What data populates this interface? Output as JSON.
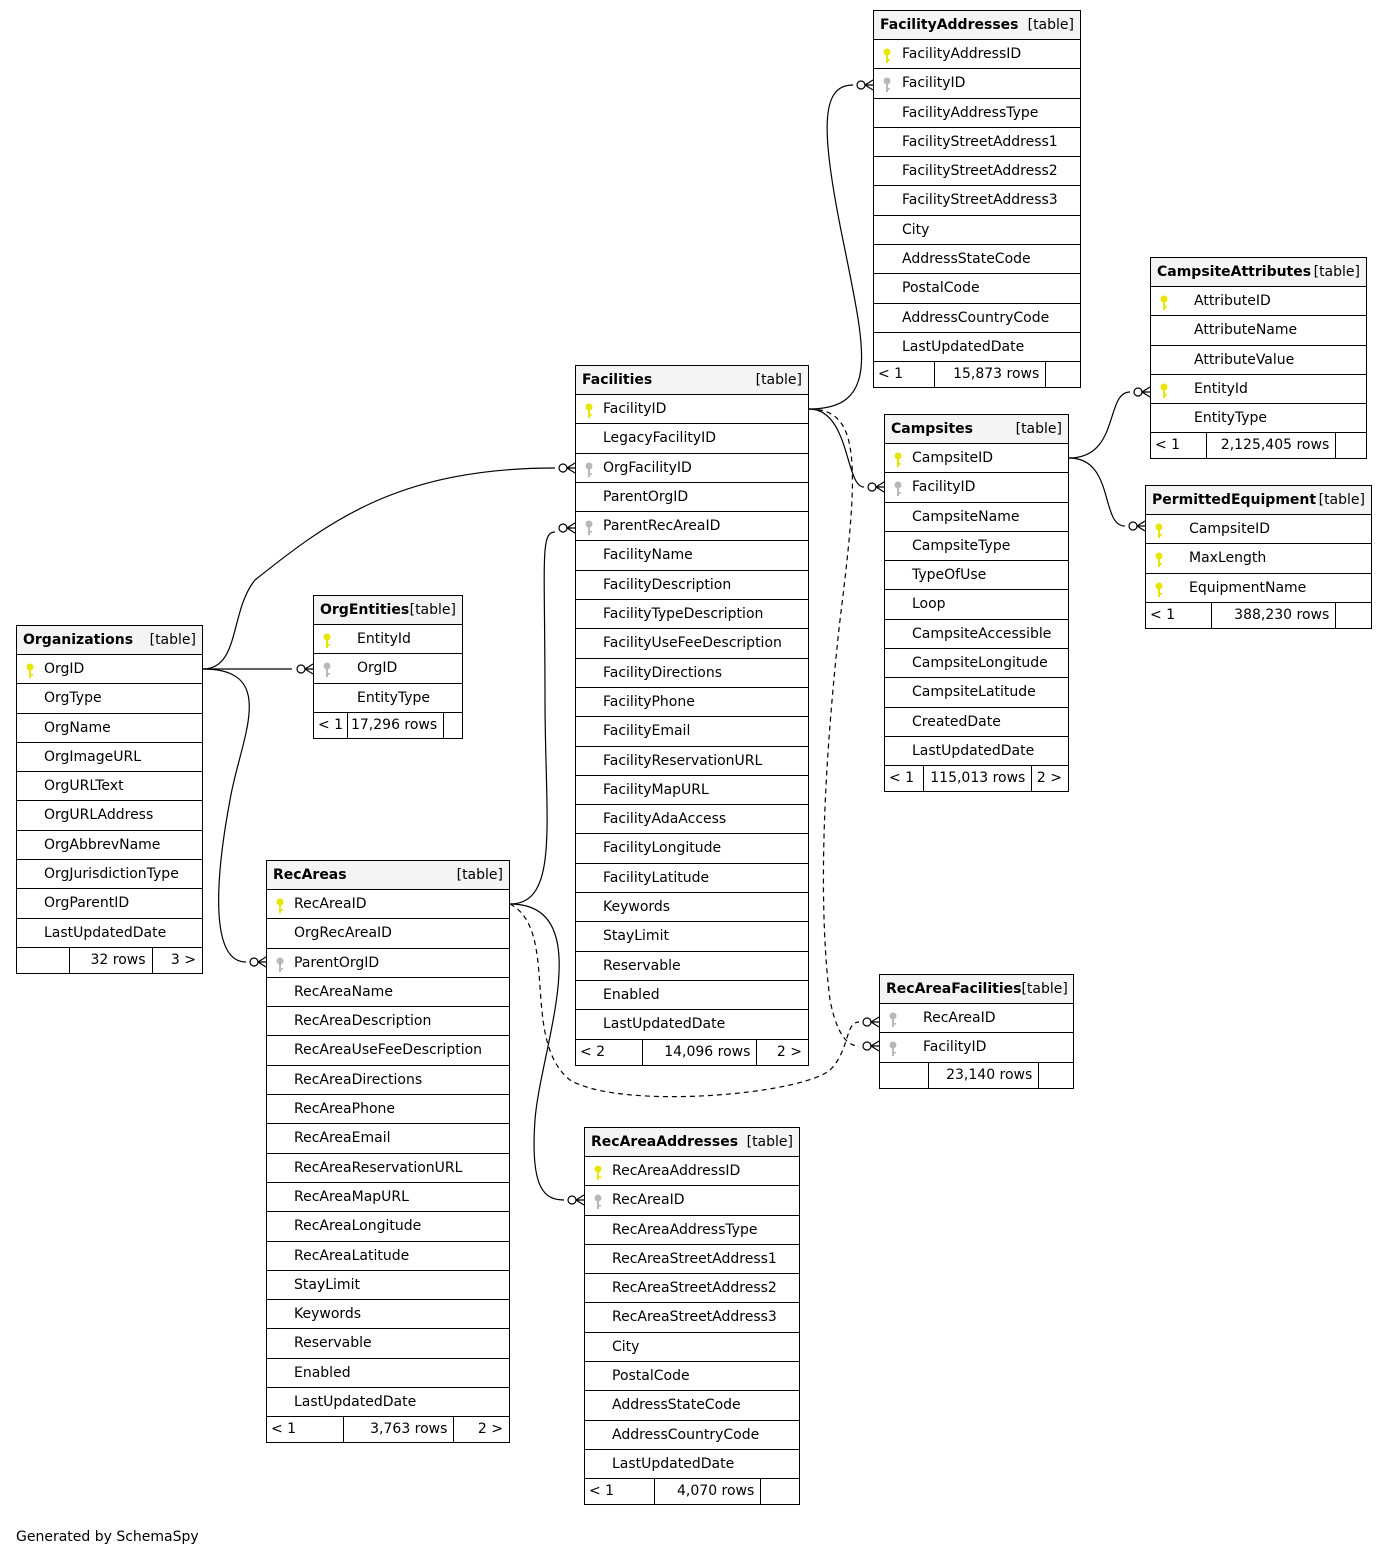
{
  "diagram": {
    "footer_text": "Generated by SchemaSpy",
    "colors": {
      "primary_key": "#e6e600",
      "foreign_key": "#b8b8b8",
      "header_bg": "#f4f4f4"
    },
    "tables": {
      "facilityaddresses": {
        "name": "FacilityAddresses",
        "type": "[table]",
        "columns": [
          {
            "name": "FacilityAddressID",
            "key": "pk"
          },
          {
            "name": "FacilityID",
            "key": "fk"
          },
          {
            "name": "FacilityAddressType",
            "key": ""
          },
          {
            "name": "FacilityStreetAddress1",
            "key": ""
          },
          {
            "name": "FacilityStreetAddress2",
            "key": ""
          },
          {
            "name": "FacilityStreetAddress3",
            "key": ""
          },
          {
            "name": "City",
            "key": ""
          },
          {
            "name": "AddressStateCode",
            "key": ""
          },
          {
            "name": "PostalCode",
            "key": ""
          },
          {
            "name": "AddressCountryCode",
            "key": ""
          },
          {
            "name": "LastUpdatedDate",
            "key": ""
          }
        ],
        "footer": [
          "< 1",
          "15,873 rows",
          ""
        ]
      },
      "campsiteattributes": {
        "name": "CampsiteAttributes",
        "type": "[table]",
        "columns": [
          {
            "name": "AttributeID",
            "key": "pk"
          },
          {
            "name": "AttributeName",
            "key": ""
          },
          {
            "name": "AttributeValue",
            "key": ""
          },
          {
            "name": "EntityId",
            "key": "pk"
          },
          {
            "name": "EntityType",
            "key": ""
          }
        ],
        "footer": [
          "< 1",
          "2,125,405 rows",
          ""
        ]
      },
      "facilities": {
        "name": "Facilities",
        "type": "[table]",
        "columns": [
          {
            "name": "FacilityID",
            "key": "pk"
          },
          {
            "name": "LegacyFacilityID",
            "key": ""
          },
          {
            "name": "OrgFacilityID",
            "key": "fk"
          },
          {
            "name": "ParentOrgID",
            "key": ""
          },
          {
            "name": "ParentRecAreaID",
            "key": "fk"
          },
          {
            "name": "FacilityName",
            "key": ""
          },
          {
            "name": "FacilityDescription",
            "key": ""
          },
          {
            "name": "FacilityTypeDescription",
            "key": ""
          },
          {
            "name": "FacilityUseFeeDescription",
            "key": ""
          },
          {
            "name": "FacilityDirections",
            "key": ""
          },
          {
            "name": "FacilityPhone",
            "key": ""
          },
          {
            "name": "FacilityEmail",
            "key": ""
          },
          {
            "name": "FacilityReservationURL",
            "key": ""
          },
          {
            "name": "FacilityMapURL",
            "key": ""
          },
          {
            "name": "FacilityAdaAccess",
            "key": ""
          },
          {
            "name": "FacilityLongitude",
            "key": ""
          },
          {
            "name": "FacilityLatitude",
            "key": ""
          },
          {
            "name": "Keywords",
            "key": ""
          },
          {
            "name": "StayLimit",
            "key": ""
          },
          {
            "name": "Reservable",
            "key": ""
          },
          {
            "name": "Enabled",
            "key": ""
          },
          {
            "name": "LastUpdatedDate",
            "key": ""
          }
        ],
        "footer": [
          "< 2",
          "14,096 rows",
          "2 >"
        ]
      },
      "campsites": {
        "name": "Campsites",
        "type": "[table]",
        "columns": [
          {
            "name": "CampsiteID",
            "key": "pk"
          },
          {
            "name": "FacilityID",
            "key": "fk"
          },
          {
            "name": "CampsiteName",
            "key": ""
          },
          {
            "name": "CampsiteType",
            "key": ""
          },
          {
            "name": "TypeOfUse",
            "key": ""
          },
          {
            "name": "Loop",
            "key": ""
          },
          {
            "name": "CampsiteAccessible",
            "key": ""
          },
          {
            "name": "CampsiteLongitude",
            "key": ""
          },
          {
            "name": "CampsiteLatitude",
            "key": ""
          },
          {
            "name": "CreatedDate",
            "key": ""
          },
          {
            "name": "LastUpdatedDate",
            "key": ""
          }
        ],
        "footer": [
          "< 1",
          "115,013 rows",
          "2 >"
        ]
      },
      "permittedequipment": {
        "name": "PermittedEquipment",
        "type": "[table]",
        "columns": [
          {
            "name": "CampsiteID",
            "key": "pk"
          },
          {
            "name": "MaxLength",
            "key": "pk"
          },
          {
            "name": "EquipmentName",
            "key": "pk"
          }
        ],
        "footer": [
          "< 1",
          "388,230 rows",
          ""
        ]
      },
      "orgentities": {
        "name": "OrgEntities",
        "type": "[table]",
        "columns": [
          {
            "name": "EntityId",
            "key": "pk"
          },
          {
            "name": "OrgID",
            "key": "fk"
          },
          {
            "name": "EntityType",
            "key": ""
          }
        ],
        "footer": [
          "< 1",
          "17,296 rows",
          ""
        ]
      },
      "organizations": {
        "name": "Organizations",
        "type": "[table]",
        "columns": [
          {
            "name": "OrgID",
            "key": "pk"
          },
          {
            "name": "OrgType",
            "key": ""
          },
          {
            "name": "OrgName",
            "key": ""
          },
          {
            "name": "OrgImageURL",
            "key": ""
          },
          {
            "name": "OrgURLText",
            "key": ""
          },
          {
            "name": "OrgURLAddress",
            "key": ""
          },
          {
            "name": "OrgAbbrevName",
            "key": ""
          },
          {
            "name": "OrgJurisdictionType",
            "key": ""
          },
          {
            "name": "OrgParentID",
            "key": ""
          },
          {
            "name": "LastUpdatedDate",
            "key": ""
          }
        ],
        "footer": [
          "",
          "32 rows",
          "3 >"
        ]
      },
      "recareas": {
        "name": "RecAreas",
        "type": "[table]",
        "columns": [
          {
            "name": "RecAreaID",
            "key": "pk"
          },
          {
            "name": "OrgRecAreaID",
            "key": ""
          },
          {
            "name": "ParentOrgID",
            "key": "fk"
          },
          {
            "name": "RecAreaName",
            "key": ""
          },
          {
            "name": "RecAreaDescription",
            "key": ""
          },
          {
            "name": "RecAreaUseFeeDescription",
            "key": ""
          },
          {
            "name": "RecAreaDirections",
            "key": ""
          },
          {
            "name": "RecAreaPhone",
            "key": ""
          },
          {
            "name": "RecAreaEmail",
            "key": ""
          },
          {
            "name": "RecAreaReservationURL",
            "key": ""
          },
          {
            "name": "RecAreaMapURL",
            "key": ""
          },
          {
            "name": "RecAreaLongitude",
            "key": ""
          },
          {
            "name": "RecAreaLatitude",
            "key": ""
          },
          {
            "name": "StayLimit",
            "key": ""
          },
          {
            "name": "Keywords",
            "key": ""
          },
          {
            "name": "Reservable",
            "key": ""
          },
          {
            "name": "Enabled",
            "key": ""
          },
          {
            "name": "LastUpdatedDate",
            "key": ""
          }
        ],
        "footer": [
          "< 1",
          "3,763 rows",
          "2 >"
        ]
      },
      "recareafacilities": {
        "name": "RecAreaFacilities",
        "type": "[table]",
        "columns": [
          {
            "name": "RecAreaID",
            "key": "fk"
          },
          {
            "name": "FacilityID",
            "key": "fk"
          }
        ],
        "footer": [
          "",
          "23,140 rows",
          ""
        ]
      },
      "recareaaddresses": {
        "name": "RecAreaAddresses",
        "type": "[table]",
        "columns": [
          {
            "name": "RecAreaAddressID",
            "key": "pk"
          },
          {
            "name": "RecAreaID",
            "key": "fk"
          },
          {
            "name": "RecAreaAddressType",
            "key": ""
          },
          {
            "name": "RecAreaStreetAddress1",
            "key": ""
          },
          {
            "name": "RecAreaStreetAddress2",
            "key": ""
          },
          {
            "name": "RecAreaStreetAddress3",
            "key": ""
          },
          {
            "name": "City",
            "key": ""
          },
          {
            "name": "PostalCode",
            "key": ""
          },
          {
            "name": "AddressStateCode",
            "key": ""
          },
          {
            "name": "AddressCountryCode",
            "key": ""
          },
          {
            "name": "LastUpdatedDate",
            "key": ""
          }
        ],
        "footer": [
          "< 1",
          "4,070 rows",
          ""
        ]
      }
    }
  }
}
